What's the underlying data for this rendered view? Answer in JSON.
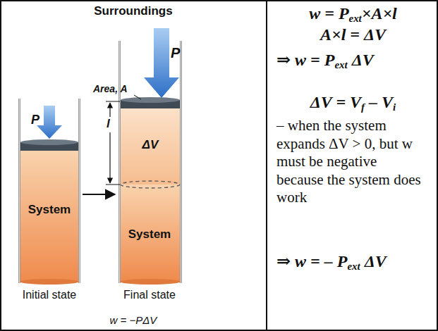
{
  "diagram": {
    "nodes": [
      {
        "text": [
          "System",
          "Initial state"
        ]
      },
      {
        "text": [
          "System",
          "Final state"
        ]
      }
    ],
    "edges": [
      {
        "from": 0,
        "to": 1,
        "arrow": "to"
      }
    ],
    "labels": [
      "Surroundings",
      "P",
      "Area, A",
      "P",
      "l",
      "ΔV",
      "w = −PΔV",
      "w = Pext×A×l",
      "A×l = ΔV",
      "⇒ w = Pext ΔV",
      "ΔV = Vf – Vi",
      "– when the system expands ΔV > 0, but w must be negative because the system does work",
      "⇒ w = – Pext ΔV"
    ]
  }
}
